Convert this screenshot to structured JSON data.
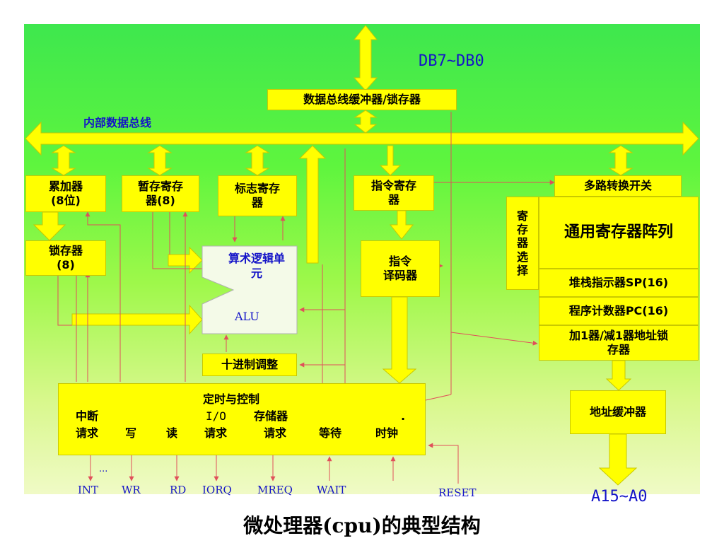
{
  "title": "微处理器(cpu)的典型结构",
  "bus": {
    "data_bus_label": "DB7~DB0",
    "internal_bus_label": "内部数据总线",
    "address_bus_label": "A15~A0"
  },
  "blocks": {
    "data_buffer": "数据总线缓冲器/锁存器",
    "accumulator": [
      "累加器",
      "(8位)"
    ],
    "temp_register": [
      "暂存寄存",
      "器(8)"
    ],
    "flag_register": [
      "标志寄存",
      "器"
    ],
    "instruction_register": [
      "指令寄存",
      "器"
    ],
    "multiplexer": "多路转换开关",
    "latch": [
      "锁存器",
      "(8)"
    ],
    "alu": [
      "算术逻辑单",
      "元"
    ],
    "alu_abbr": "ALU",
    "instruction_decoder": [
      "指令",
      "译码器"
    ],
    "register_select": [
      "寄",
      "存",
      "器",
      "选",
      "择"
    ],
    "general_registers": "通用寄存器阵列",
    "stack_pointer": "堆栈指示器SP(16)",
    "program_counter": "程序计数器PC(16)",
    "inc_dec_latch": [
      "加1器/减1器地址锁",
      "存器"
    ],
    "decimal_adjust": "十进制调整",
    "address_buffer": "地址缓冲器",
    "timing_control": {
      "title": "定时与控制",
      "cols": [
        [
          "中断",
          "请求"
        ],
        [
          "",
          "写"
        ],
        [
          "",
          "读"
        ],
        [
          "I/O",
          "请求"
        ],
        [
          "存储器",
          "请求"
        ],
        [
          "",
          "等待"
        ],
        [
          ".",
          "时钟"
        ]
      ]
    }
  },
  "pins": [
    "INT",
    "WR",
    "RD",
    "IORQ",
    "MREQ",
    "WAIT",
    "RESET"
  ],
  "pin_ellipsis": "...",
  "colors": {
    "block": "#ffff00",
    "arrow": "#ffff00",
    "wire": "#e0505a",
    "label": "#1414c8"
  }
}
